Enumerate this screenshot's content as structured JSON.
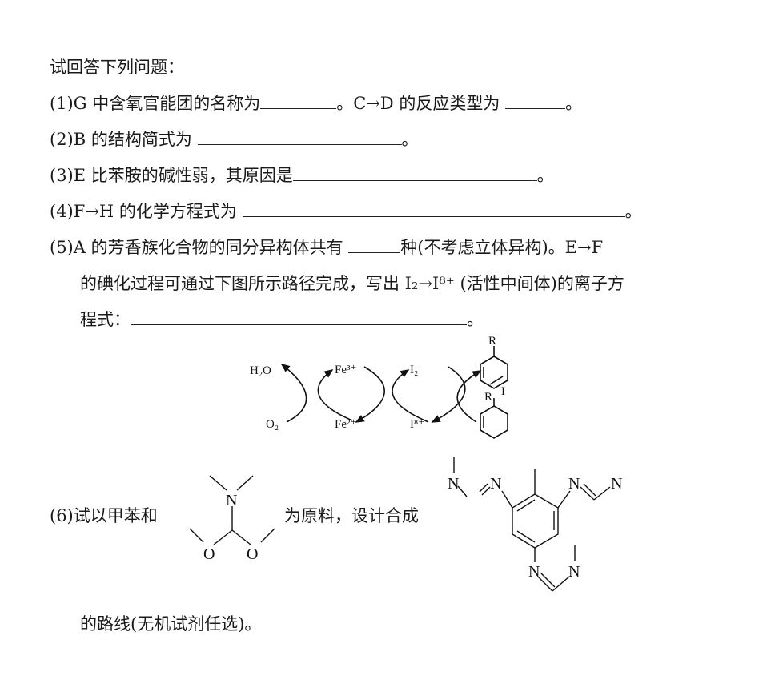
{
  "intro": "试回答下列问题：",
  "q1": {
    "a": "(1)G 中含氧官能团的名称为",
    "b": "。C→D 的反应类型为",
    "c": "。"
  },
  "q2": {
    "a": "(2)B 的结构简式为",
    "b": "。"
  },
  "q3": {
    "a": "(3)E 比苯胺的碱性弱，其原因是",
    "b": "。"
  },
  "q4": {
    "a": "(4)F→H 的化学方程式为",
    "b": "。"
  },
  "q5": {
    "a": "(5)A 的芳香族化合物的同分异构体共有",
    "b": "种(不考虑立体异构)。E→F",
    "c": "的碘化过程可通过下图所示路径完成，写出 I₂→I⁸⁺ (活性中间体)的离子方",
    "d": "程式：",
    "e": "。"
  },
  "scheme": {
    "h2o": "H₂O",
    "o2": "O₂",
    "fe3": "Fe³⁺",
    "fe2": "Fe²⁺",
    "i2": "I₂",
    "i8": "I⁸⁺",
    "r1": "R",
    "r2": "R",
    "i": "I"
  },
  "q6": {
    "a": "(6)试以甲苯和",
    "b": "为原料，设计合成",
    "c": "的路线(无机试剂任选)。"
  },
  "mol": {
    "n": "N",
    "o": "O"
  }
}
